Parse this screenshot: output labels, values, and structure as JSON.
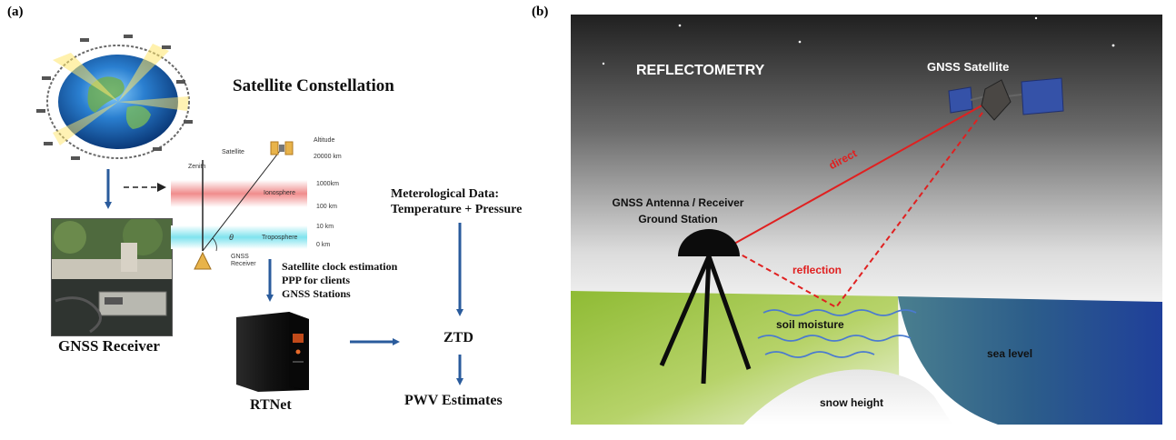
{
  "panel_a": {
    "label": "(a)",
    "title": "Satellite Constellation",
    "receiver_label": "GNSS Receiver",
    "rtnet_label": "RTNet",
    "meteo_line1": "Meterological Data:",
    "meteo_line2": "Temperature + Pressure",
    "ztd_label": "ZTD",
    "pwv_label": "PWV Estimates",
    "notes": [
      "Satellite clock estimation",
      "PPP for clients",
      "GNSS Stations"
    ],
    "atmo": {
      "satellite": "Satellite",
      "altitude": "Altitude",
      "altitude_value": "20000 km",
      "zenith": "Zenith",
      "ionosphere": "Ionosphere",
      "troposphere": "Troposphere",
      "km1000": "1000km",
      "km100": "100 km",
      "km10": "10 km",
      "km0": "0 km",
      "theta": "θ",
      "gnss_receiver": "GNSS Receiver"
    }
  },
  "panel_b": {
    "label": "(b)",
    "title": "REFLECTOMETRY",
    "satellite_label": "GNSS Satellite",
    "antenna_line1": "GNSS Antenna / Receiver",
    "antenna_line2": "Ground Station",
    "direct_label": "direct",
    "reflection_label": "reflection",
    "soil_label": "soil moisture",
    "sea_label": "sea level",
    "snow_label": "snow height"
  },
  "colors": {
    "arrow_blue": "#2a5b9c",
    "signal_red": "#e02020",
    "grass_green": "#9cc33c",
    "sea_blue": "#2c5d8a",
    "solar_panel": "#3552a8",
    "ionosphere_band": "#f08c8c",
    "troposphere_band": "#7fe3ee"
  }
}
